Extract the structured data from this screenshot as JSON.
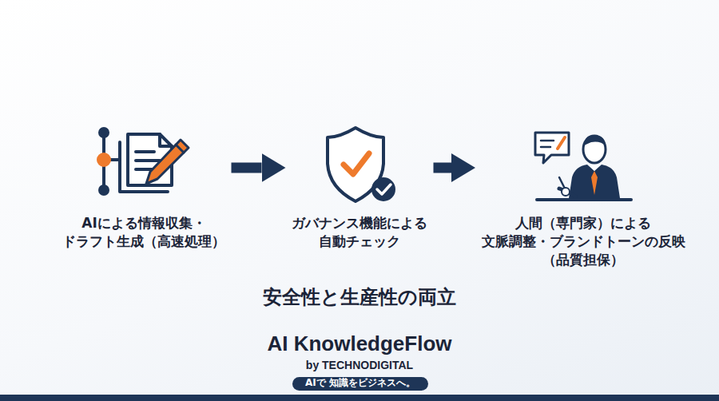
{
  "diagram": {
    "nodes": [
      {
        "text": [
          "AIによる情報収集・ ドラフト生成（高速処理）"
        ]
      },
      {
        "text": [
          "ガバナンス機能による 自動チェック"
        ]
      },
      {
        "text": [
          "人間（専門家）による 文脈調整・ブランドトーンの反映 （品質担保）"
        ]
      },
      {
        "text": [
          "AIで 知識をビジネスへ。"
        ]
      }
    ],
    "edges": [
      {
        "from": 0,
        "to": 1,
        "arrow": "to"
      },
      {
        "from": 1,
        "to": 2,
        "arrow": "to"
      }
    ],
    "labels": [
      "安全性と生産性の両立",
      "AI KnowledgeFlow",
      "by TECHNODIGITAL"
    ]
  }
}
